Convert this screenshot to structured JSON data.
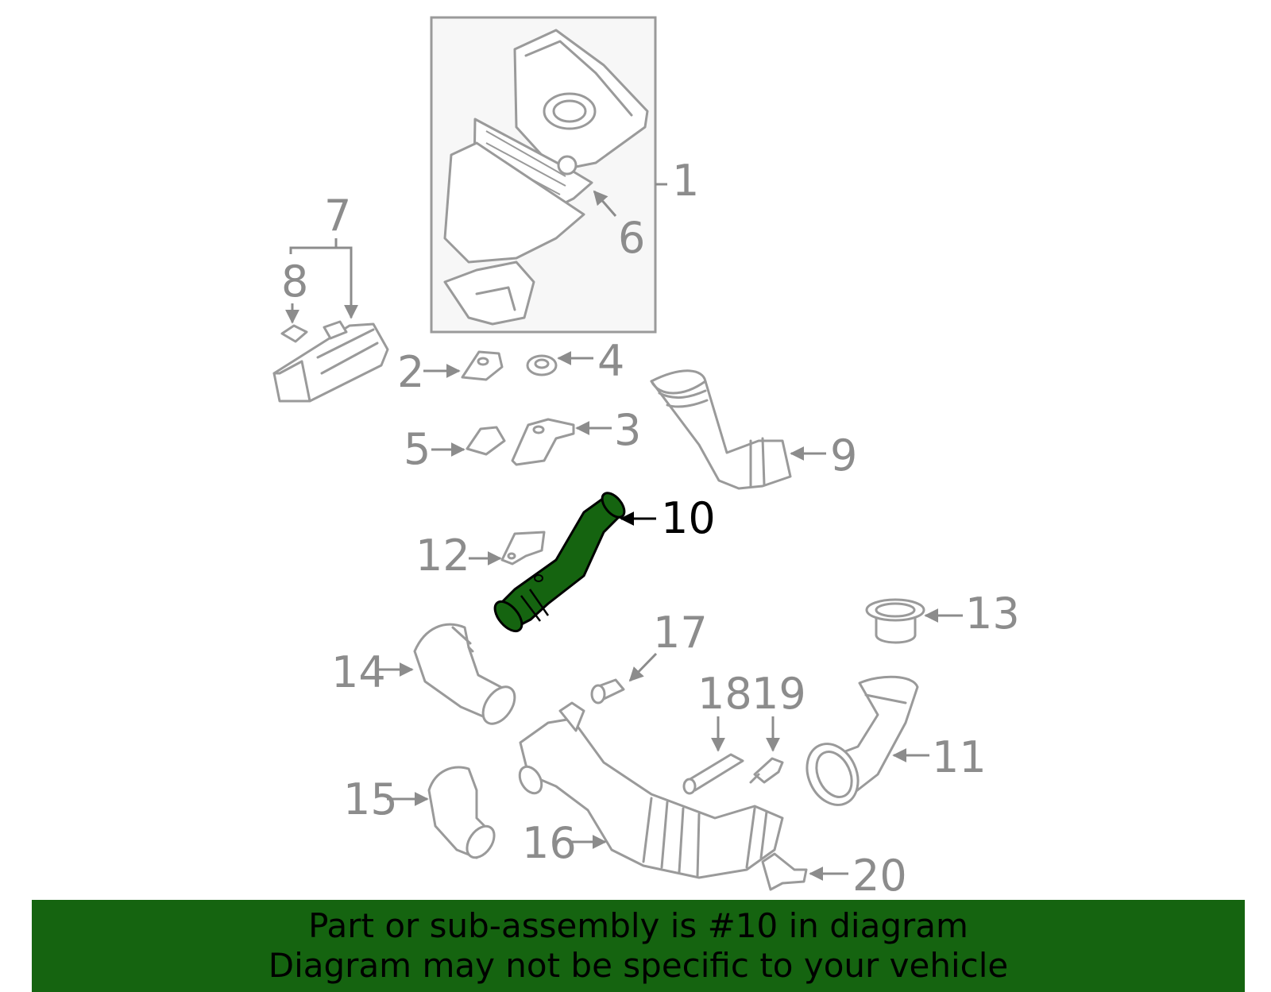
{
  "callouts": {
    "c1": "1",
    "c2": "2",
    "c3": "3",
    "c4": "4",
    "c5": "5",
    "c6": "6",
    "c7": "7",
    "c8": "8",
    "c9": "9",
    "c10": "10",
    "c11": "11",
    "c12": "12",
    "c13": "13",
    "c14": "14",
    "c15": "15",
    "c16": "16",
    "c17": "17",
    "c18": "18",
    "c19": "19",
    "c20": "20"
  },
  "highlight": {
    "part": "10",
    "color": "#156410"
  },
  "banner": {
    "line1": "Part or sub-assembly is #10 in diagram",
    "line2": "Diagram may not be specific to your vehicle",
    "background": "#156410"
  }
}
